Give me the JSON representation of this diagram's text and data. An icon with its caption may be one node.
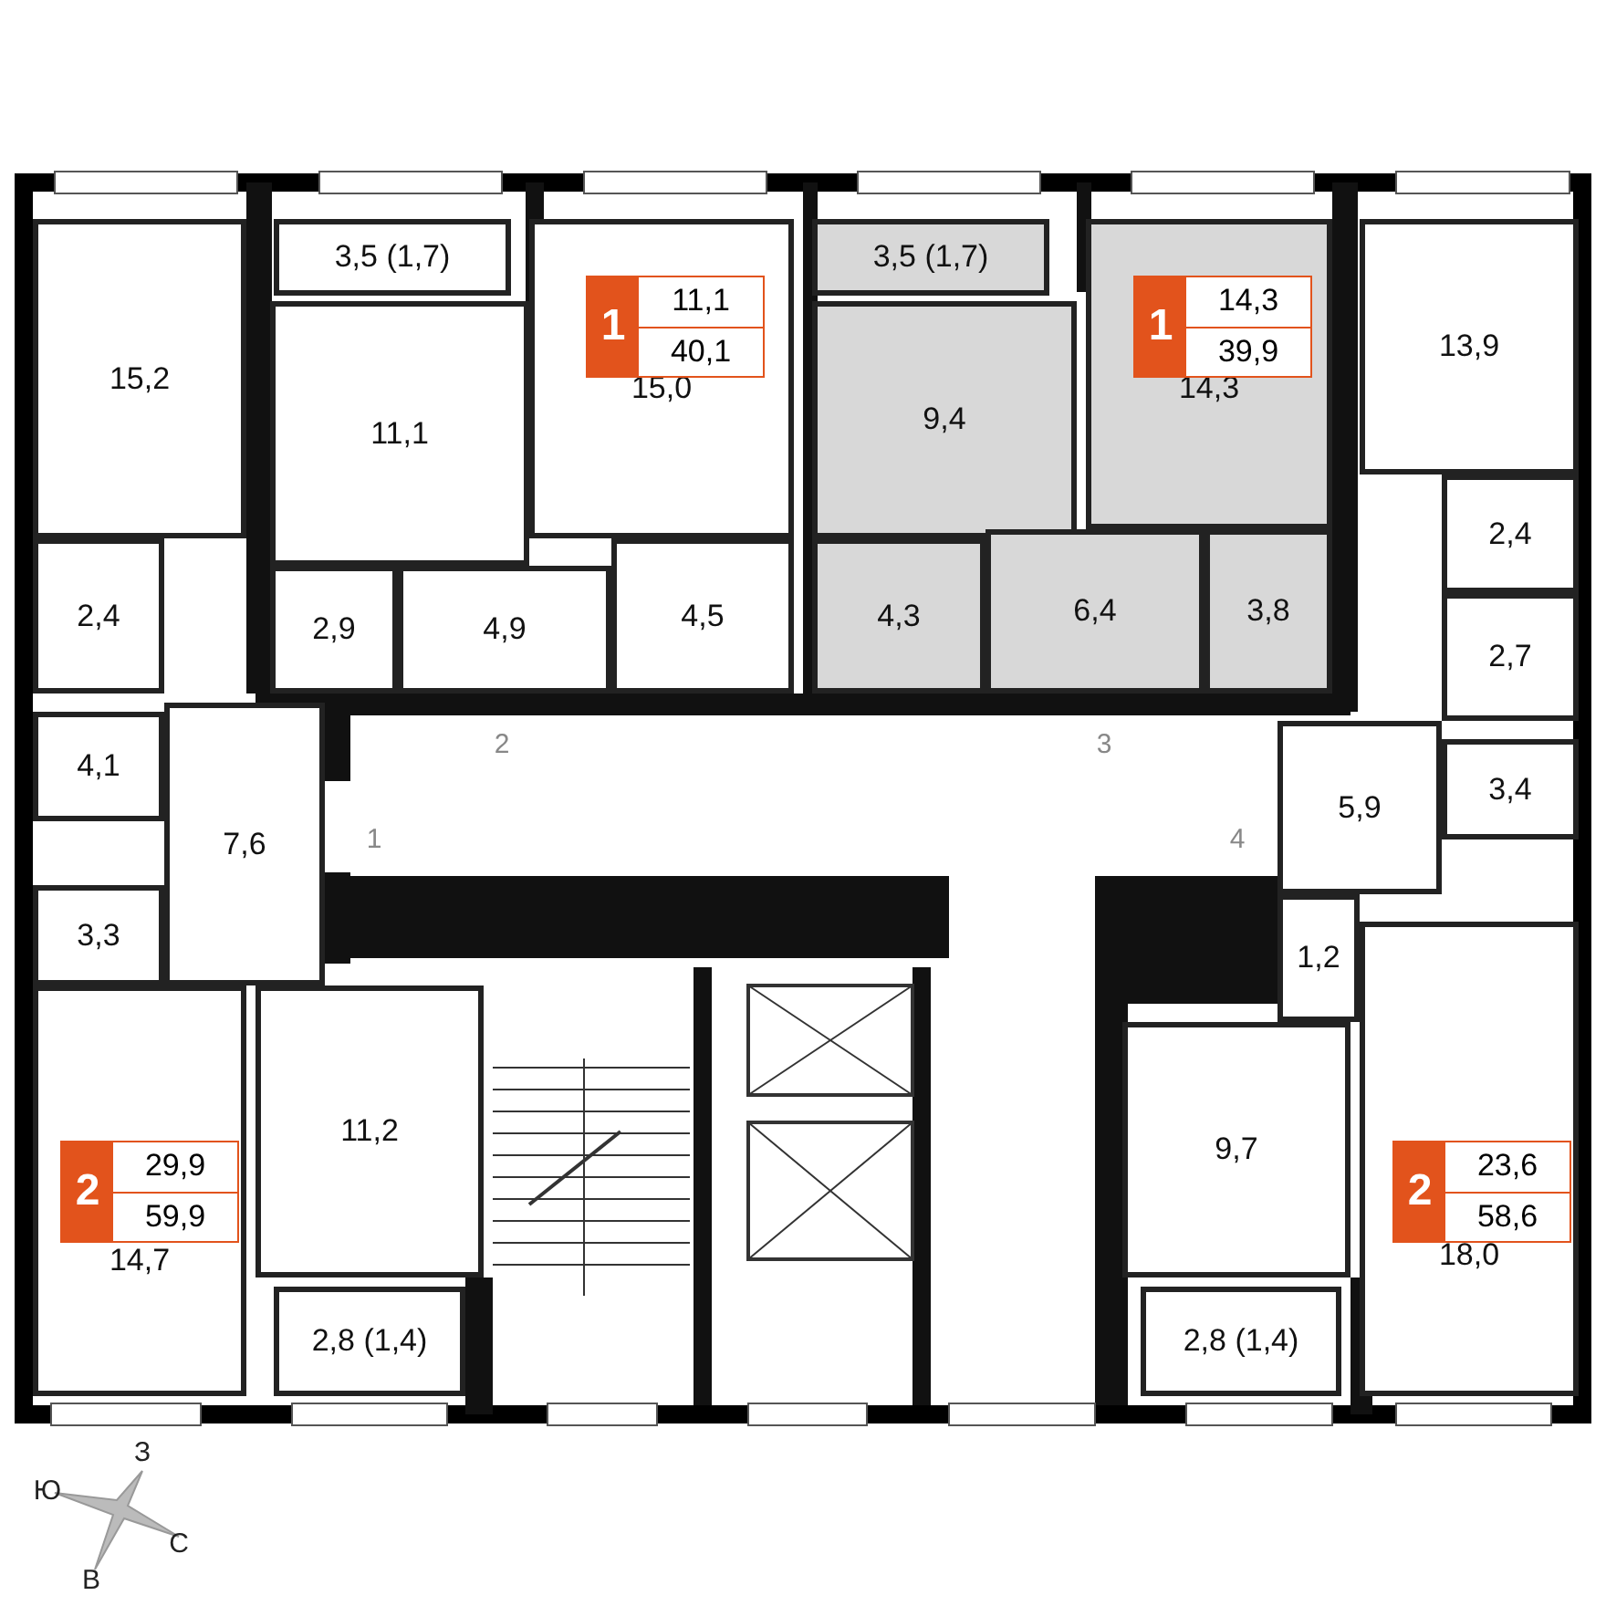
{
  "diagram": {
    "nodes": [
      {
        "text": [
          "15,2"
        ]
      },
      {
        "text": [
          "3,5 (1,7)"
        ]
      },
      {
        "text": [
          "11,1"
        ]
      },
      {
        "text": [
          "15,0"
        ]
      },
      {
        "text": [
          "1",
          "11,1",
          "40,1"
        ],
        "in": 3
      },
      {
        "text": [
          "2,4"
        ]
      },
      {
        "text": [
          "2,9"
        ]
      },
      {
        "text": [
          "4,9"
        ]
      },
      {
        "text": [
          "4,5"
        ]
      },
      {
        "text": [
          "3,5 (1,7)"
        ]
      },
      {
        "text": [
          "9,4"
        ]
      },
      {
        "text": [
          "14,3"
        ]
      },
      {
        "text": [
          "1",
          "14,3",
          "39,9"
        ],
        "in": 11
      },
      {
        "text": [
          "13,9"
        ]
      },
      {
        "text": [
          "2,4"
        ]
      },
      {
        "text": [
          "4,3"
        ]
      },
      {
        "text": [
          "6,4"
        ]
      },
      {
        "text": [
          "3,8"
        ]
      },
      {
        "text": [
          "2,7"
        ]
      },
      {
        "text": [
          "4,1"
        ]
      },
      {
        "text": [
          "7,6"
        ]
      },
      {
        "text": [
          "3,4"
        ]
      },
      {
        "text": [
          "5,9"
        ]
      },
      {
        "text": [
          "3,3"
        ]
      },
      {
        "text": [
          "1,2"
        ]
      },
      {
        "text": [
          "11,2"
        ]
      },
      {
        "text": [
          "14,7"
        ]
      },
      {
        "text": [
          "2",
          "29,9",
          "59,9"
        ],
        "in": 26
      },
      {
        "text": [
          "9,7"
        ]
      },
      {
        "text": [
          "18,0"
        ]
      },
      {
        "text": [
          "2",
          "23,6",
          "58,6"
        ],
        "in": 29
      },
      {
        "text": [
          "2,8 (1,4)"
        ]
      },
      {
        "text": [
          "2,8 (1,4)"
        ]
      }
    ],
    "labels": [
      "2",
      "3",
      "1",
      "4",
      "З",
      "Ю",
      "С",
      "В"
    ]
  }
}
